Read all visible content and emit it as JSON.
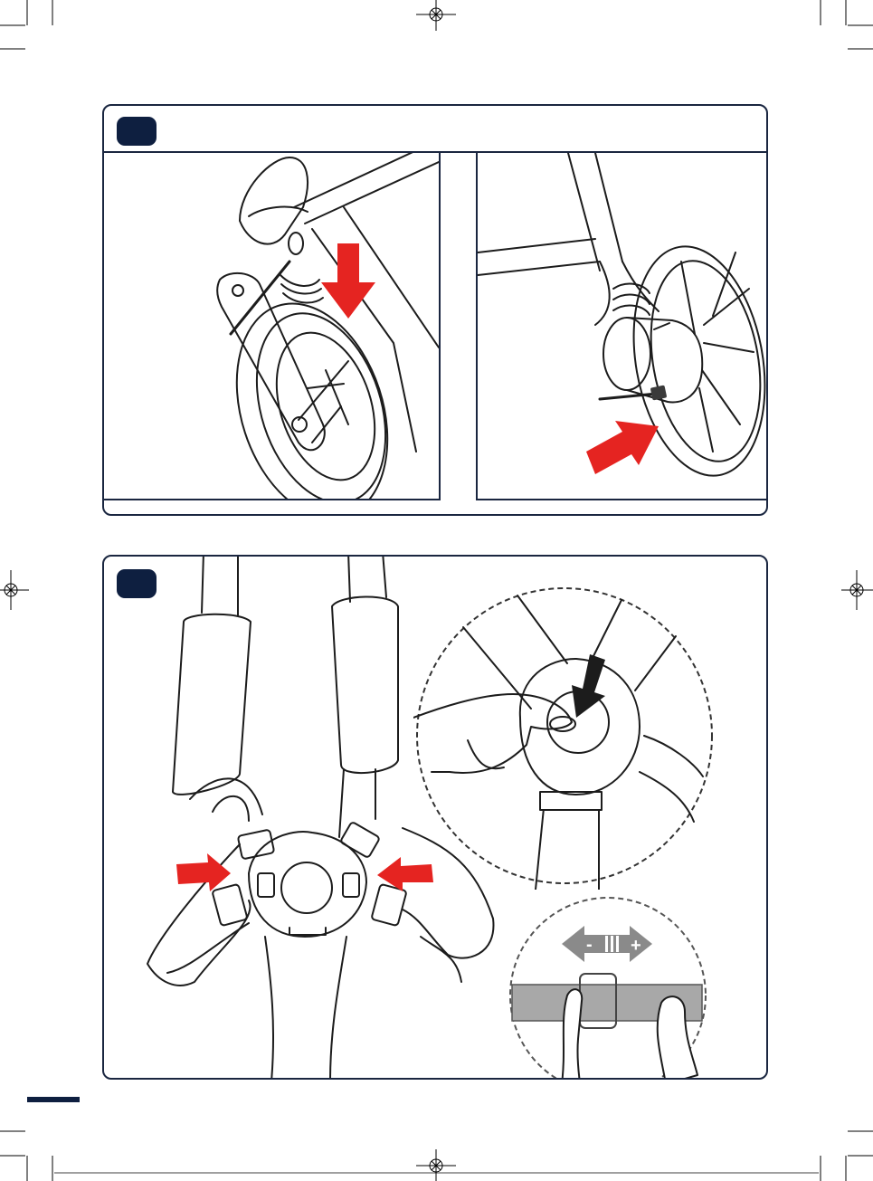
{
  "colors": {
    "frame": "#1a2640",
    "badge": "#0e1f40",
    "arrow_red": "#e52421",
    "arrow_dark": "#1c1c1c",
    "strap_gray": "#a8a8a8",
    "adjust_arrow_gray": "#8a8a8a"
  },
  "steps": [
    {
      "number": "",
      "panels": [
        "wheel-lock-down",
        "wheel-release-tab"
      ]
    },
    {
      "number": "",
      "panels": [
        "harness-buckle-squeeze",
        "buckle-press-release",
        "strap-adjust"
      ]
    }
  ],
  "adjust_labels": {
    "minus": "-",
    "plus": "+"
  }
}
